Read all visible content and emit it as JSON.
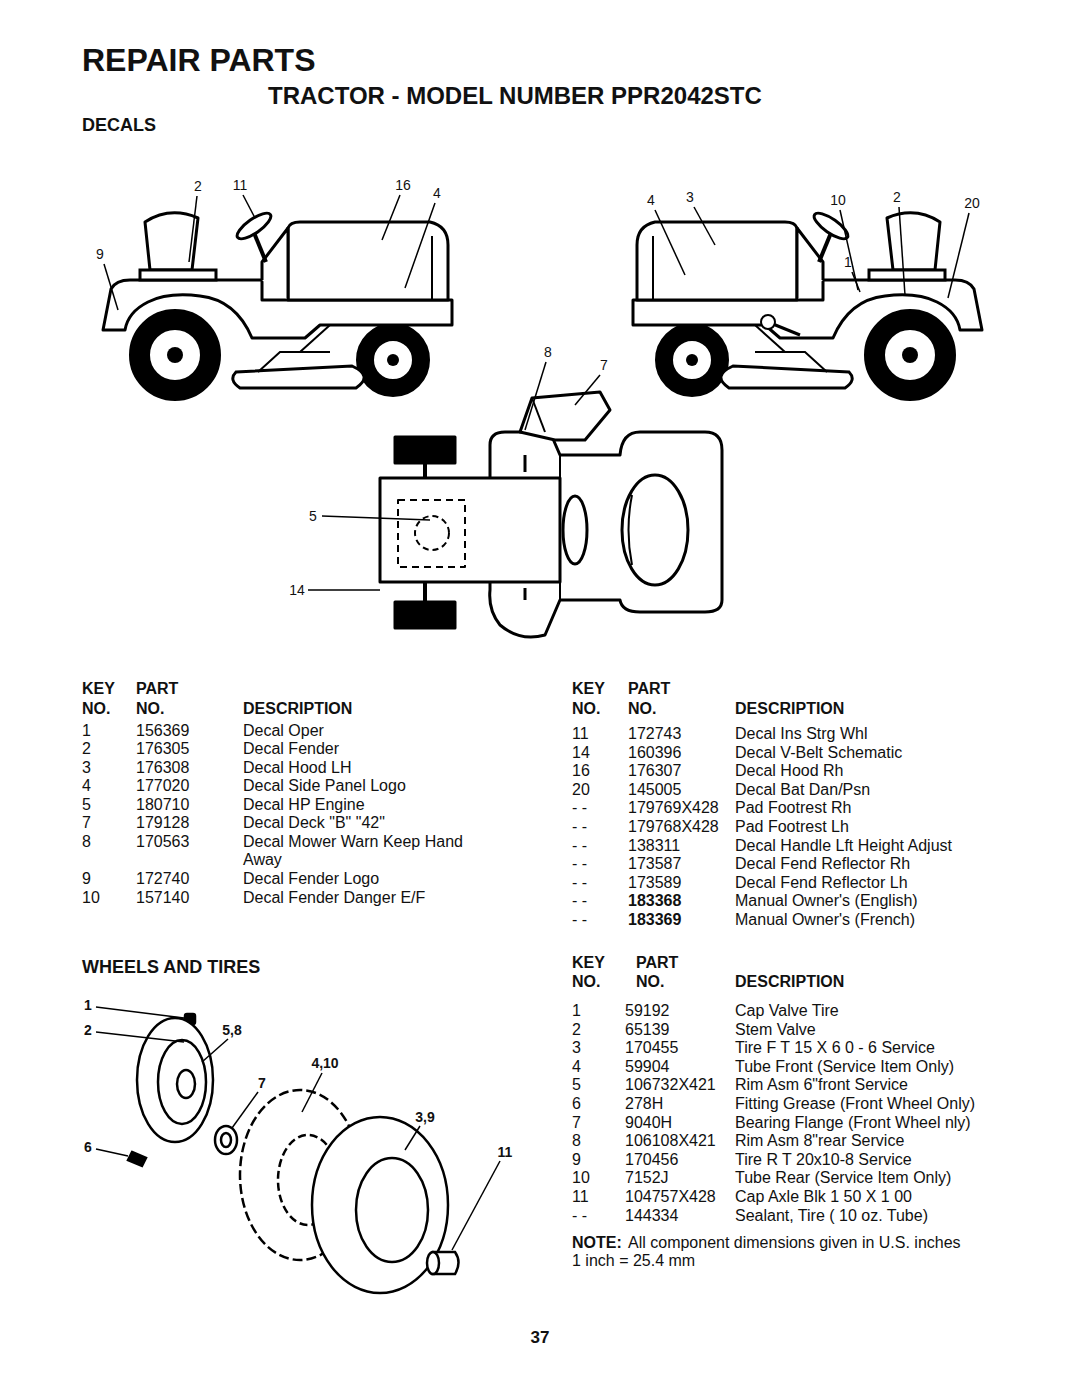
{
  "diagram": {
    "title": "REPAIR PARTS",
    "labels": [
      "TRACTOR - MODEL NUMBER PPR2042STC",
      "DECALS",
      "2",
      "11",
      "16",
      "4",
      "9",
      "4",
      "3",
      "10",
      "2",
      "20",
      "1",
      "8",
      "7",
      "5",
      "14",
      "KEY",
      "PART",
      "NO.",
      "NO.",
      "DESCRIPTION",
      "KEY",
      "PART",
      "NO.",
      "NO.",
      "DESCRIPTION",
      "1",
      "156369",
      "Decal Oper",
      "2",
      "176305",
      "Decal Fender",
      "3",
      "176308",
      "Decal Hood LH",
      "4",
      "177020",
      "Decal Side Panel Logo",
      "5",
      "180710",
      "Decal HP Engine",
      "7",
      "179128",
      "Decal Deck \"B\" \"42\"",
      "8",
      "170563",
      "Decal Mower Warn Keep Hand Away",
      "9",
      "172740",
      "Decal Fender Logo",
      "10",
      "157140",
      "Decal Fender Danger E/F",
      "11",
      "172743",
      "Decal Ins Strg Whl",
      "14",
      "160396",
      "Decal V-Belt Schematic",
      "16",
      "176307",
      "Decal Hood Rh",
      "20",
      "145005",
      "Decal Bat Dan/Psn",
      "- -",
      "179769X428",
      "Pad Footrest Rh",
      "- -",
      "179768X428",
      "Pad Footrest Lh",
      "- -",
      "138311",
      "Decal Handle Lft Height Adjust",
      "- -",
      "173587",
      "Decal Fend Reflector Rh",
      "- -",
      "173589",
      "Decal Fend Reflector Lh",
      "- -",
      "183368",
      "Manual Owner's (English)",
      "- -",
      "183369",
      "Manual Owner's (French)",
      "WHEELS AND TIRES",
      "1",
      "2",
      "5,8",
      "4,10",
      "7",
      "3,9",
      "6",
      "11",
      "KEY",
      "PART",
      "NO.",
      "NO.",
      "DESCRIPTION",
      "1",
      "59192",
      "Cap Valve Tire",
      "2",
      "65139",
      "Stem Valve",
      "3",
      "170455",
      "Tire F T 15 X 6 0 - 6 Service",
      "4",
      "59904",
      "Tube Front (Service Item Only)",
      "5",
      "106732X421",
      "Rim Asm 6\"front Service",
      "6",
      "278H",
      "Fitting Grease (Front Wheel Only)",
      "7",
      "9040H",
      "Bearing Flange (Front Wheel nly)",
      "8",
      "106108X421",
      "Rim Asm 8\"rear Service",
      "9",
      "170456",
      "Tire R T 20x10-8 Service",
      "10",
      "7152J",
      "Tube Rear (Service Item Only)",
      "11",
      "104757X428",
      "Cap Axle Blk 1 50 X 1 00",
      "- -",
      "144334",
      "Sealant, Tire ( 10 oz. Tube)",
      "NOTE:",
      "All component dimensions given in U.S. inches 1 inch = 25.4 mm",
      "37"
    ]
  }
}
